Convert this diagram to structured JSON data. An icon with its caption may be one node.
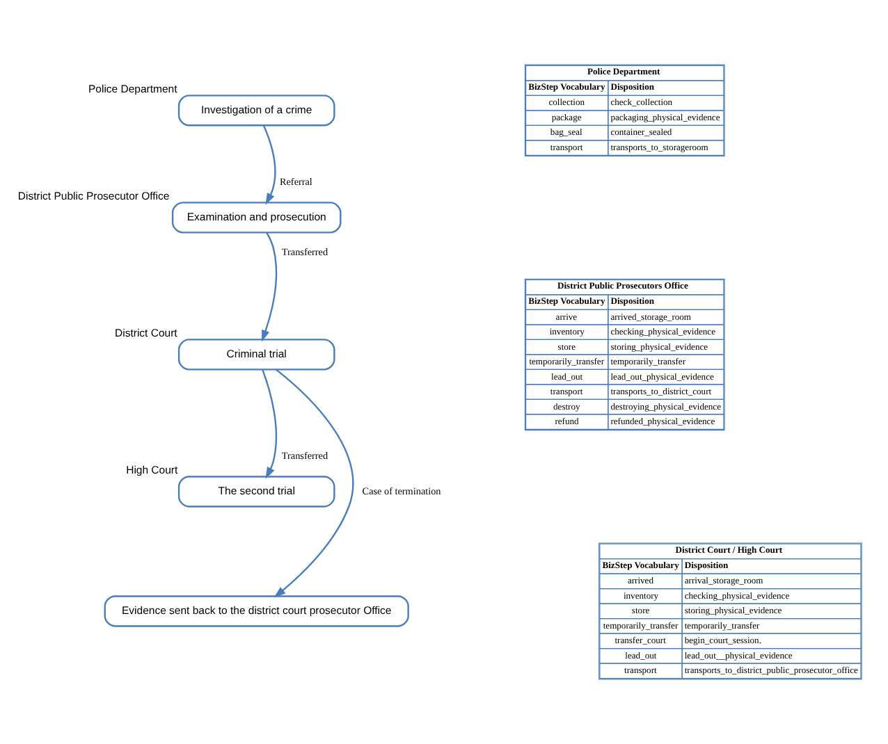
{
  "diagram": {
    "nodes": [
      {
        "text": [
          "Investigation of a crime"
        ],
        "beside": [
          "Police Department"
        ]
      },
      {
        "text": [
          "Examination and prosecution"
        ],
        "beside": [
          "District Public Prosecutor Office"
        ]
      },
      {
        "text": [
          "Criminal trial"
        ],
        "beside": [
          "District Court"
        ]
      },
      {
        "text": [
          "The second trial"
        ],
        "beside": [
          "High Court"
        ]
      },
      {
        "text": [
          "Evidence sent back to the district court prosecutor Office"
        ]
      }
    ],
    "edges": [
      {
        "from": 0,
        "to": 1,
        "arrow": "to",
        "label": "Referral"
      },
      {
        "from": 1,
        "to": 2,
        "arrow": "to",
        "label": "Transferred"
      },
      {
        "from": 2,
        "to": 3,
        "arrow": "to",
        "label": "Transferred"
      },
      {
        "from": 2,
        "to": 4,
        "arrow": "to",
        "label": "Case of termination"
      }
    ],
    "labels": [
      "Police Department",
      "BizStep Vocabulary",
      "Disposition",
      "collection",
      "check_collection",
      "package",
      "packaging_physical_evidence",
      "bag_seal",
      "container_sealed",
      "transport",
      "transports_to_storageroom",
      "District Public Prosecutors Office",
      "BizStep Vocabulary",
      "Disposition",
      "arrive",
      "arrived_storage_room",
      "inventory",
      "checking_physical_evidence",
      "store",
      "storing_physical_evidence",
      "temporarily_transfer",
      "temporarily_transfer",
      "lead_out",
      "lead_out_physical_evidence",
      "transport",
      "transports_to_district_court",
      "destroy",
      "destroying_physical_evidence",
      "refund",
      "refunded_physical_evidence",
      "District Court / High Court",
      "BizStep Vocabulary",
      "Disposition",
      "arrived",
      "arrival_storage_room",
      "inventory",
      "checking_physical_evidence",
      "store",
      "storing_physical_evidence",
      "temporarily_transfer",
      "temporarily_transfer",
      "transfer_court",
      "begin_court_session.",
      "lead_out",
      "lead_out__physical_evidence",
      "transport",
      "transports_to_district_public_prosecutor_office"
    ]
  }
}
